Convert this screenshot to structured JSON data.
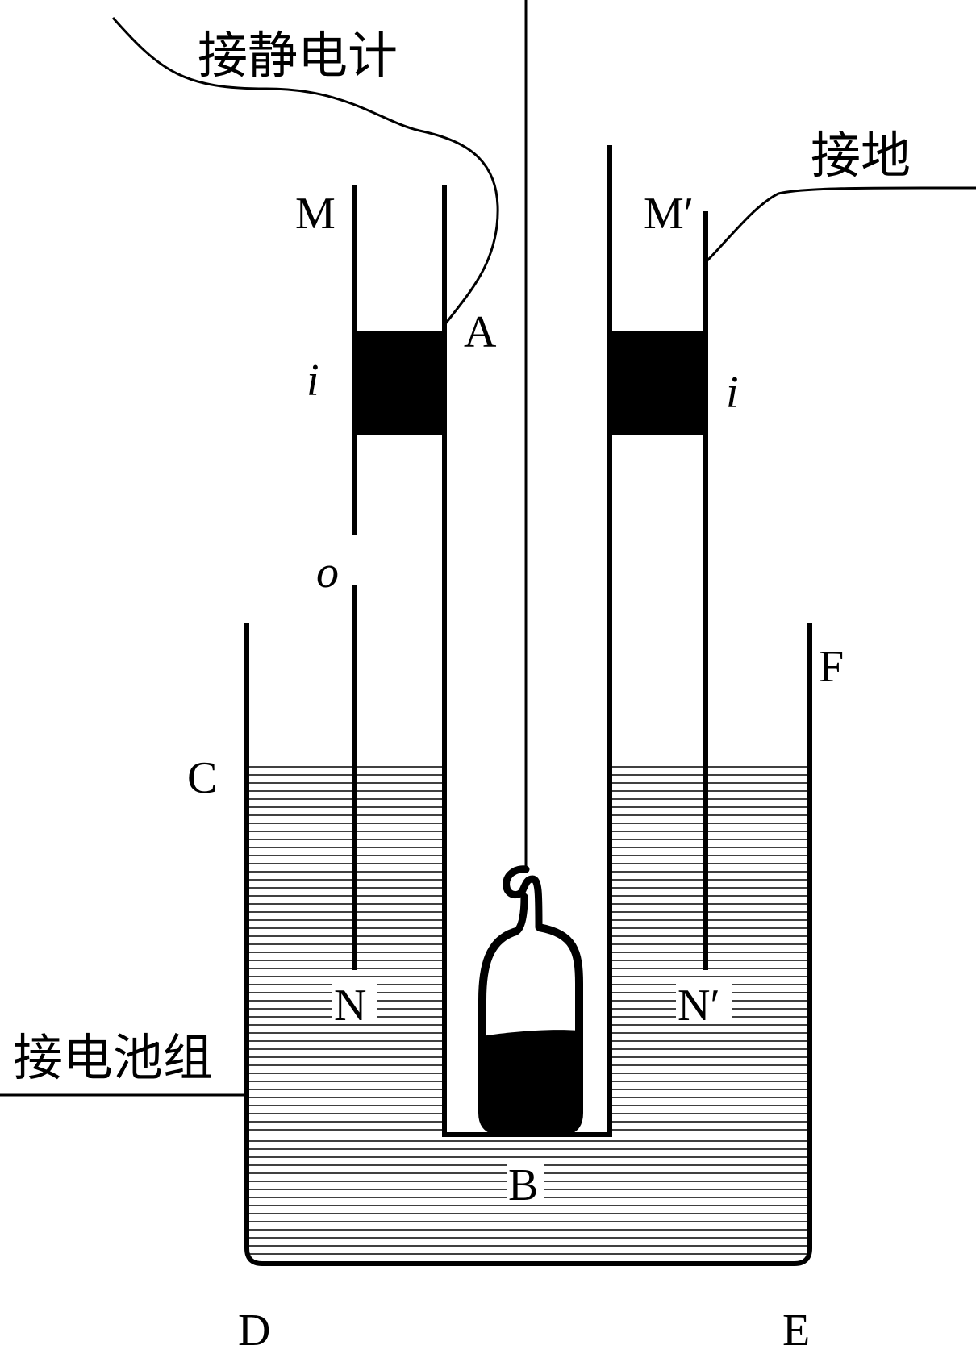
{
  "labels": {
    "electrometer": "接静电计",
    "ground": "接地",
    "battery": "接电池组",
    "M": "M",
    "M_prime": "M′",
    "A": "A",
    "i_left": "i",
    "i_right": "i",
    "o": "o",
    "C": "C",
    "F": "F",
    "N": "N",
    "N_prime": "N′",
    "B": "B",
    "D": "D",
    "E": "E"
  },
  "colors": {
    "ink": "#000000",
    "background": "#ffffff"
  }
}
